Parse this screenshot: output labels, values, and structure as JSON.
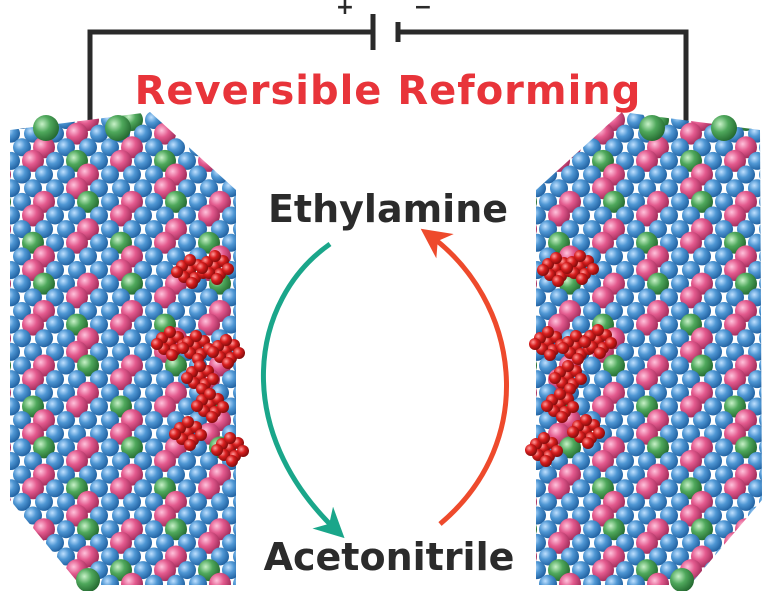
{
  "title": "Reversible Reforming",
  "battery": {
    "positive": "+",
    "negative": "−"
  },
  "molecules": {
    "top": "Ethylamine",
    "bottom": "Acetonitrile"
  },
  "colors": {
    "title": "#e8343a",
    "wire": "#2a2a2a",
    "arrow_forward": "#1aa68a",
    "arrow_reverse": "#ee4a2c",
    "atom_blue": "#4f97d4",
    "atom_pink": "#e35a8e",
    "atom_green": "#4fa85c",
    "adsorbate_red": "#d81e1e"
  },
  "icons": {
    "battery": "battery-symbol-icon",
    "left_crystal": "catalyst-crystal-icon",
    "right_crystal": "catalyst-crystal-icon"
  }
}
